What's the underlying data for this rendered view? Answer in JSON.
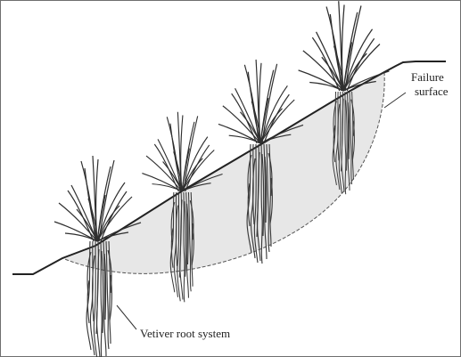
{
  "diagram": {
    "labels": {
      "failure_line_1": "Failure",
      "failure_line_2": "surface",
      "root_system": "Vetiver root system"
    },
    "colors": {
      "outline": "#222222",
      "failure_fill": "#e7e7e7",
      "failure_dash": "#555555",
      "frame": "#6f6f6f"
    }
  }
}
